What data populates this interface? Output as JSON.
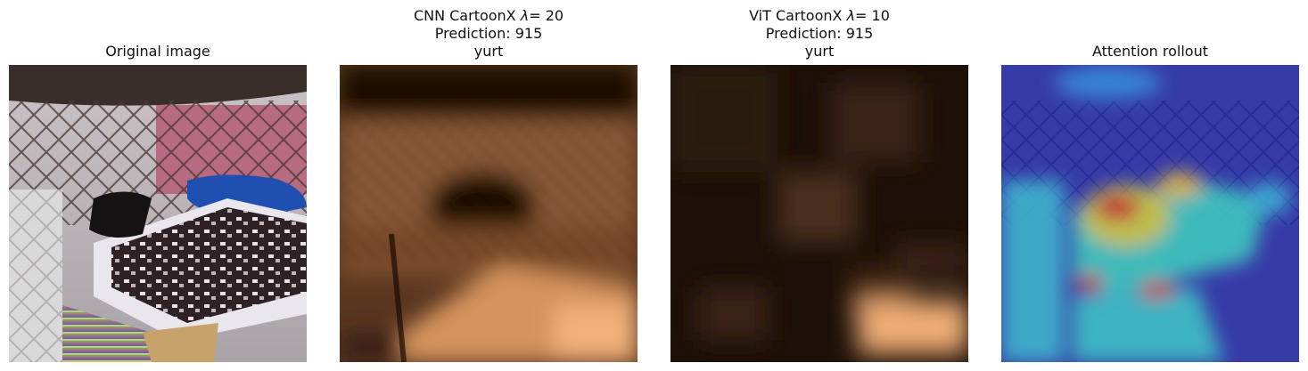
{
  "panels": [
    {
      "title_lines": [
        "Original image"
      ]
    },
    {
      "title_prefix": "CNN CartoonX ",
      "lambda_symbol": "λ",
      "lambda_value": "= 20",
      "prediction_text": "Prediction: 915",
      "class_label": "yurt"
    },
    {
      "title_prefix": "ViT CartoonX ",
      "lambda_symbol": "λ",
      "lambda_value": "= 10",
      "prediction_text": "Prediction: 915",
      "class_label": "yurt"
    },
    {
      "title_lines": [
        "Attention rollout"
      ]
    }
  ],
  "colors": {
    "copper_dark": "#000000",
    "copper_light": "#f3b27c",
    "jet_low": "#1a1a8a",
    "jet_high": "#cc2a1a"
  }
}
